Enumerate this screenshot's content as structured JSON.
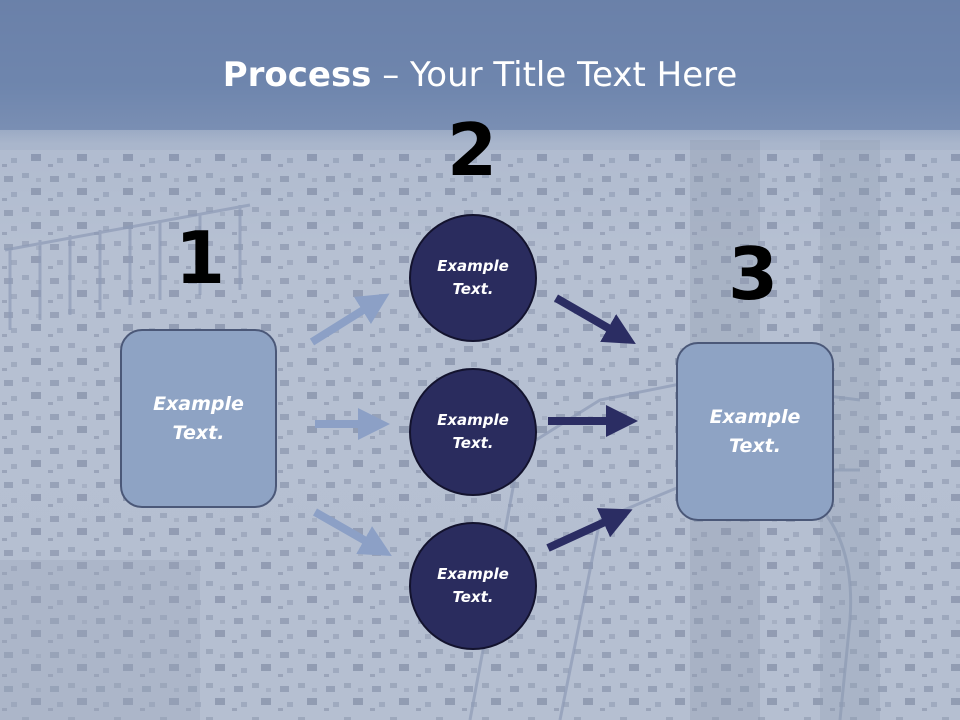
{
  "title": {
    "bold": "Process",
    "rest": " – Your Title Text Here"
  },
  "steps": [
    {
      "number": "1",
      "label": "Example Text."
    },
    {
      "number": "2",
      "items": [
        "Example Text.",
        "Example Text.",
        "Example Text."
      ]
    },
    {
      "number": "3",
      "label": "Example Text."
    }
  ],
  "colors": {
    "box_fill": "#8ea3c4",
    "circle_fill": "#2a2c5e",
    "arrow_light": "#8ca0c6",
    "arrow_dark": "#2b2d63",
    "title_band": "#6f86ad"
  }
}
